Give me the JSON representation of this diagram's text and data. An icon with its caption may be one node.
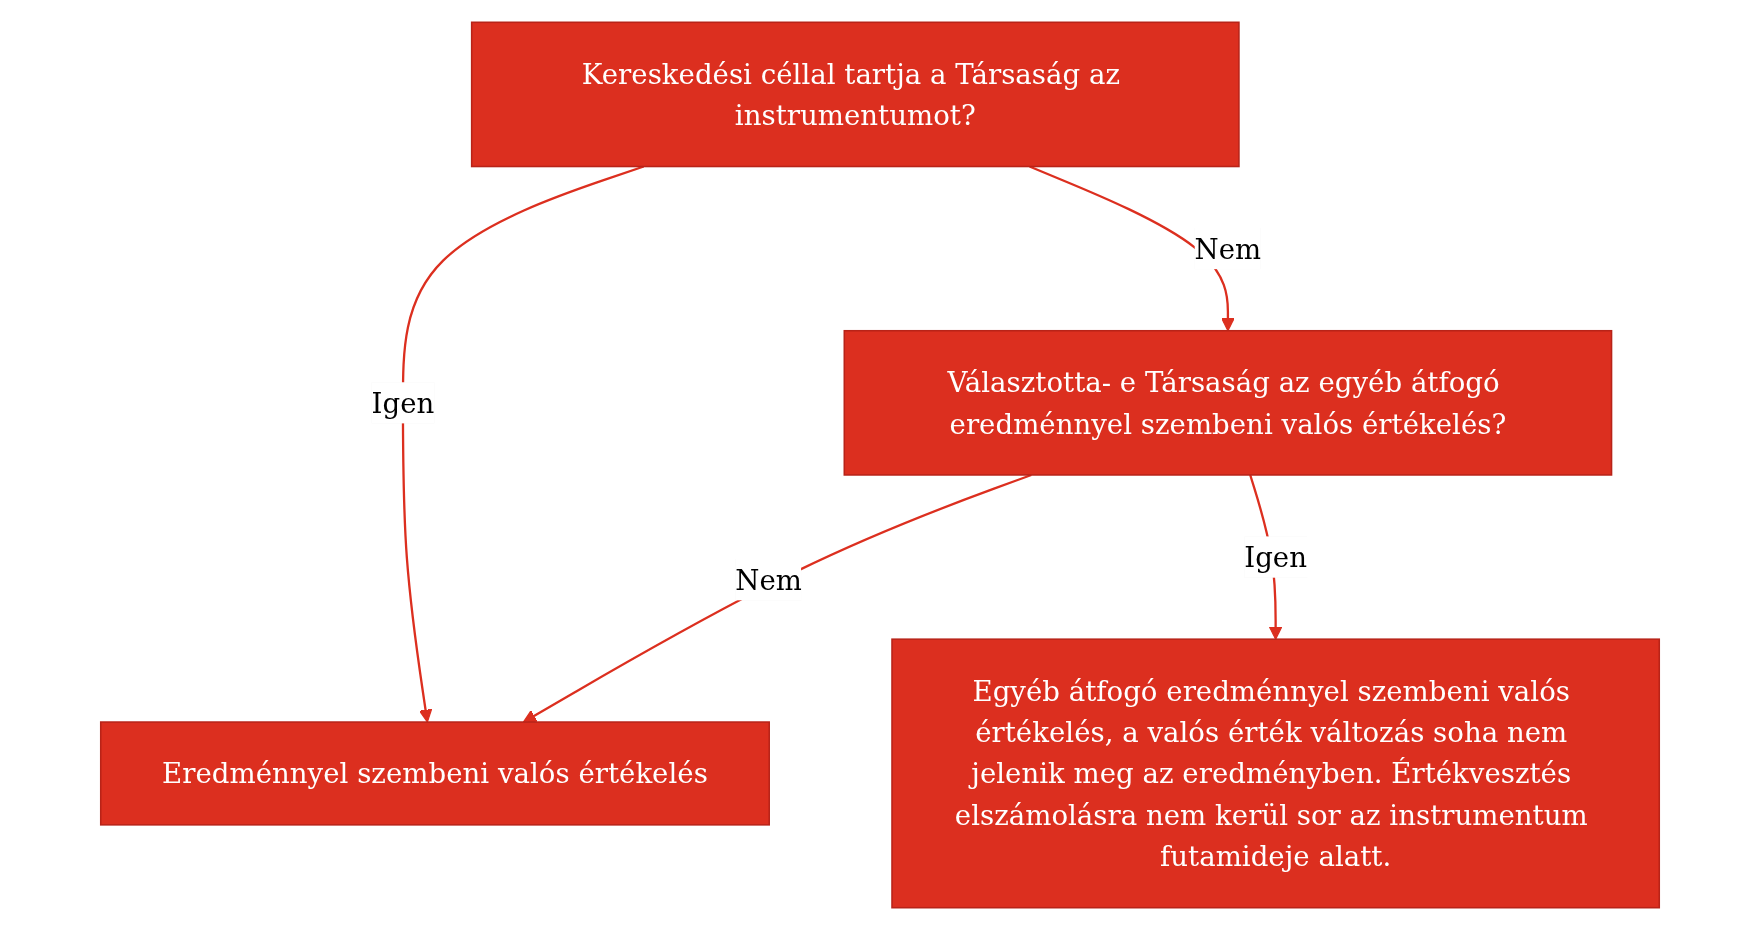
{
  "diagram": {
    "nodes": [
      {
        "text": [
          "Kereskedési céllal tartja a Társaság az instrumentumot?"
        ]
      },
      {
        "text": [
          "Választotta- e Társaság az egyéb átfogó eredménnyel szembeni valós értékelés?"
        ]
      },
      {
        "text": [
          "Egyéb átfogó eredménnyel szembeni valós értékelés, a valós érték változás soha nem jelenik meg az eredményben. Értékvesztés elszámolásra nem kerül sor az instrumentum futamideje alatt."
        ]
      },
      {
        "text": [
          "Eredménnyel szembeni valós értékelés"
        ]
      }
    ],
    "edges": [
      {
        "from": 0,
        "to": 3,
        "arrow": "to",
        "label": "Igen"
      },
      {
        "from": 0,
        "to": 1,
        "arrow": "to",
        "label": "Nem"
      },
      {
        "from": 1,
        "to": 3,
        "arrow": "to",
        "label": "Nem"
      },
      {
        "from": 1,
        "to": 2,
        "arrow": "to",
        "label": "Igen"
      }
    ]
  }
}
